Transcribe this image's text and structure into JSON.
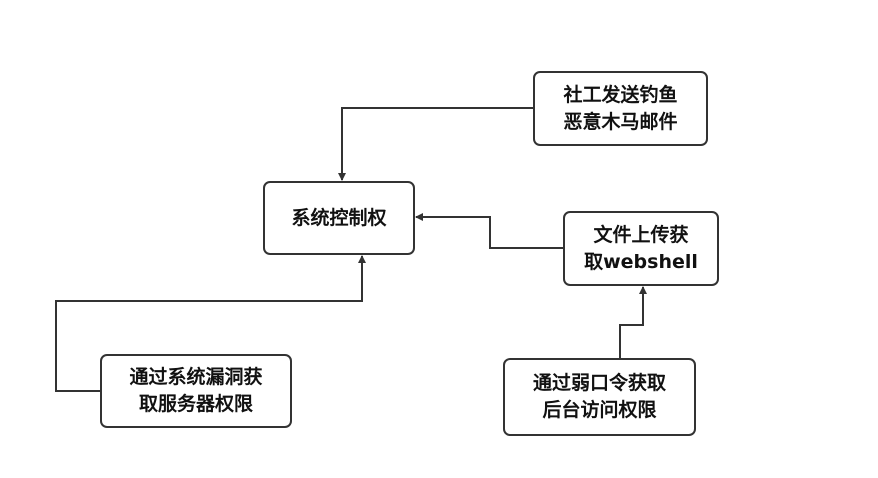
{
  "diagram": {
    "nodes": {
      "target": {
        "lines": [
          "系统控制权"
        ]
      },
      "phishing": {
        "lines": [
          "社工发送钓鱼",
          "恶意木马邮件"
        ]
      },
      "upload": {
        "lines": [
          "文件上传获",
          "取webshell"
        ]
      },
      "vuln": {
        "lines": [
          "通过系统漏洞获",
          "取服务器权限"
        ]
      },
      "weakpwd": {
        "lines": [
          "通过弱口令获取",
          "后台访问权限"
        ]
      }
    },
    "edges": [
      {
        "from": "phishing",
        "to": "target"
      },
      {
        "from": "upload",
        "to": "target"
      },
      {
        "from": "vuln",
        "to": "target"
      },
      {
        "from": "weakpwd",
        "to": "upload"
      }
    ],
    "colors": {
      "stroke": "#333333",
      "text": "#111111",
      "background": "#ffffff"
    }
  }
}
